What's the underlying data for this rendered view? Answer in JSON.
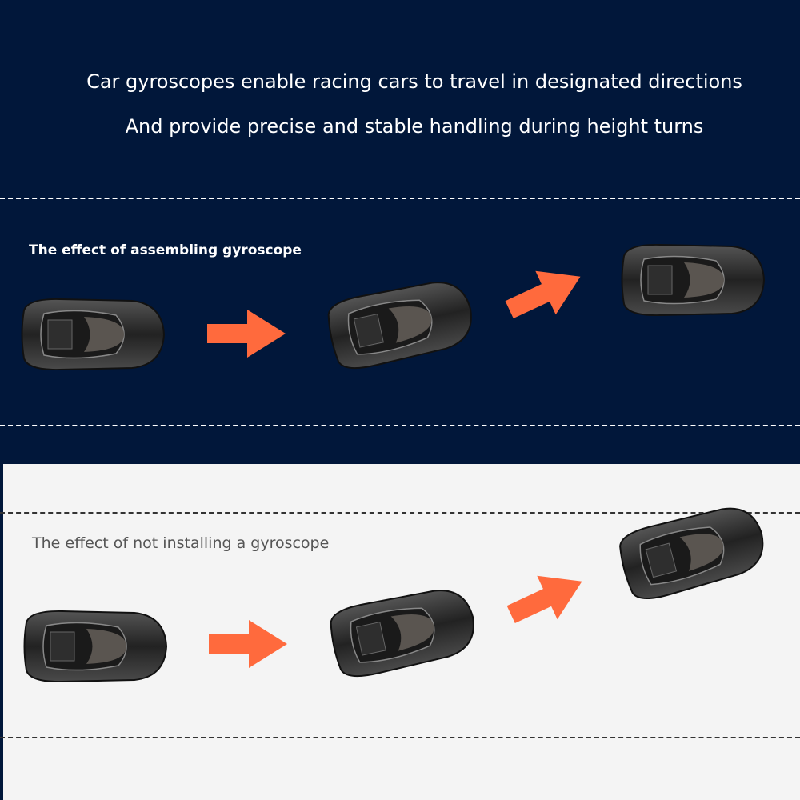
{
  "header": {
    "line1": "Car gyroscopes enable racing cars to travel in designated directions",
    "line2": "And provide precise and stable handling during height turns"
  },
  "with_gyroscope": {
    "label": "The effect of assembling gyroscope"
  },
  "without_gyroscope": {
    "label": "The effect of not installing a gyroscope"
  },
  "colors": {
    "background": "#01173a",
    "panel": "#f4f4f4",
    "arrow": "#ff6a3d",
    "car": "#2a2a2a"
  },
  "icons": [
    "race-car-icon",
    "arrow-right-icon"
  ]
}
